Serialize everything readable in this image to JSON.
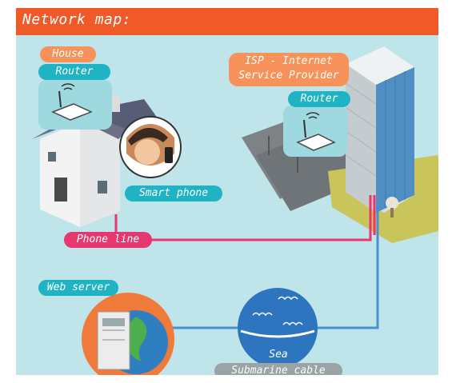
{
  "title": "Network map:",
  "labels": {
    "house": "House",
    "house_router": "Router",
    "isp_line1": "ISP - Internet",
    "isp_line2": "Service Provider",
    "isp_router": "Router",
    "smart_phone": "Smart phone",
    "phone_line": "Phone line",
    "web_server": "Web server",
    "sea": "Sea",
    "submarine_cable": "Submarine cable"
  },
  "colors": {
    "title_bar": "#f05a28",
    "background": "#bfe4e9",
    "phone_line": "#e6386e",
    "cable": "#4a8fd0",
    "label_orange": "#f7935a",
    "label_teal": "#1fb3c4",
    "label_grey": "#9aa3a6"
  }
}
